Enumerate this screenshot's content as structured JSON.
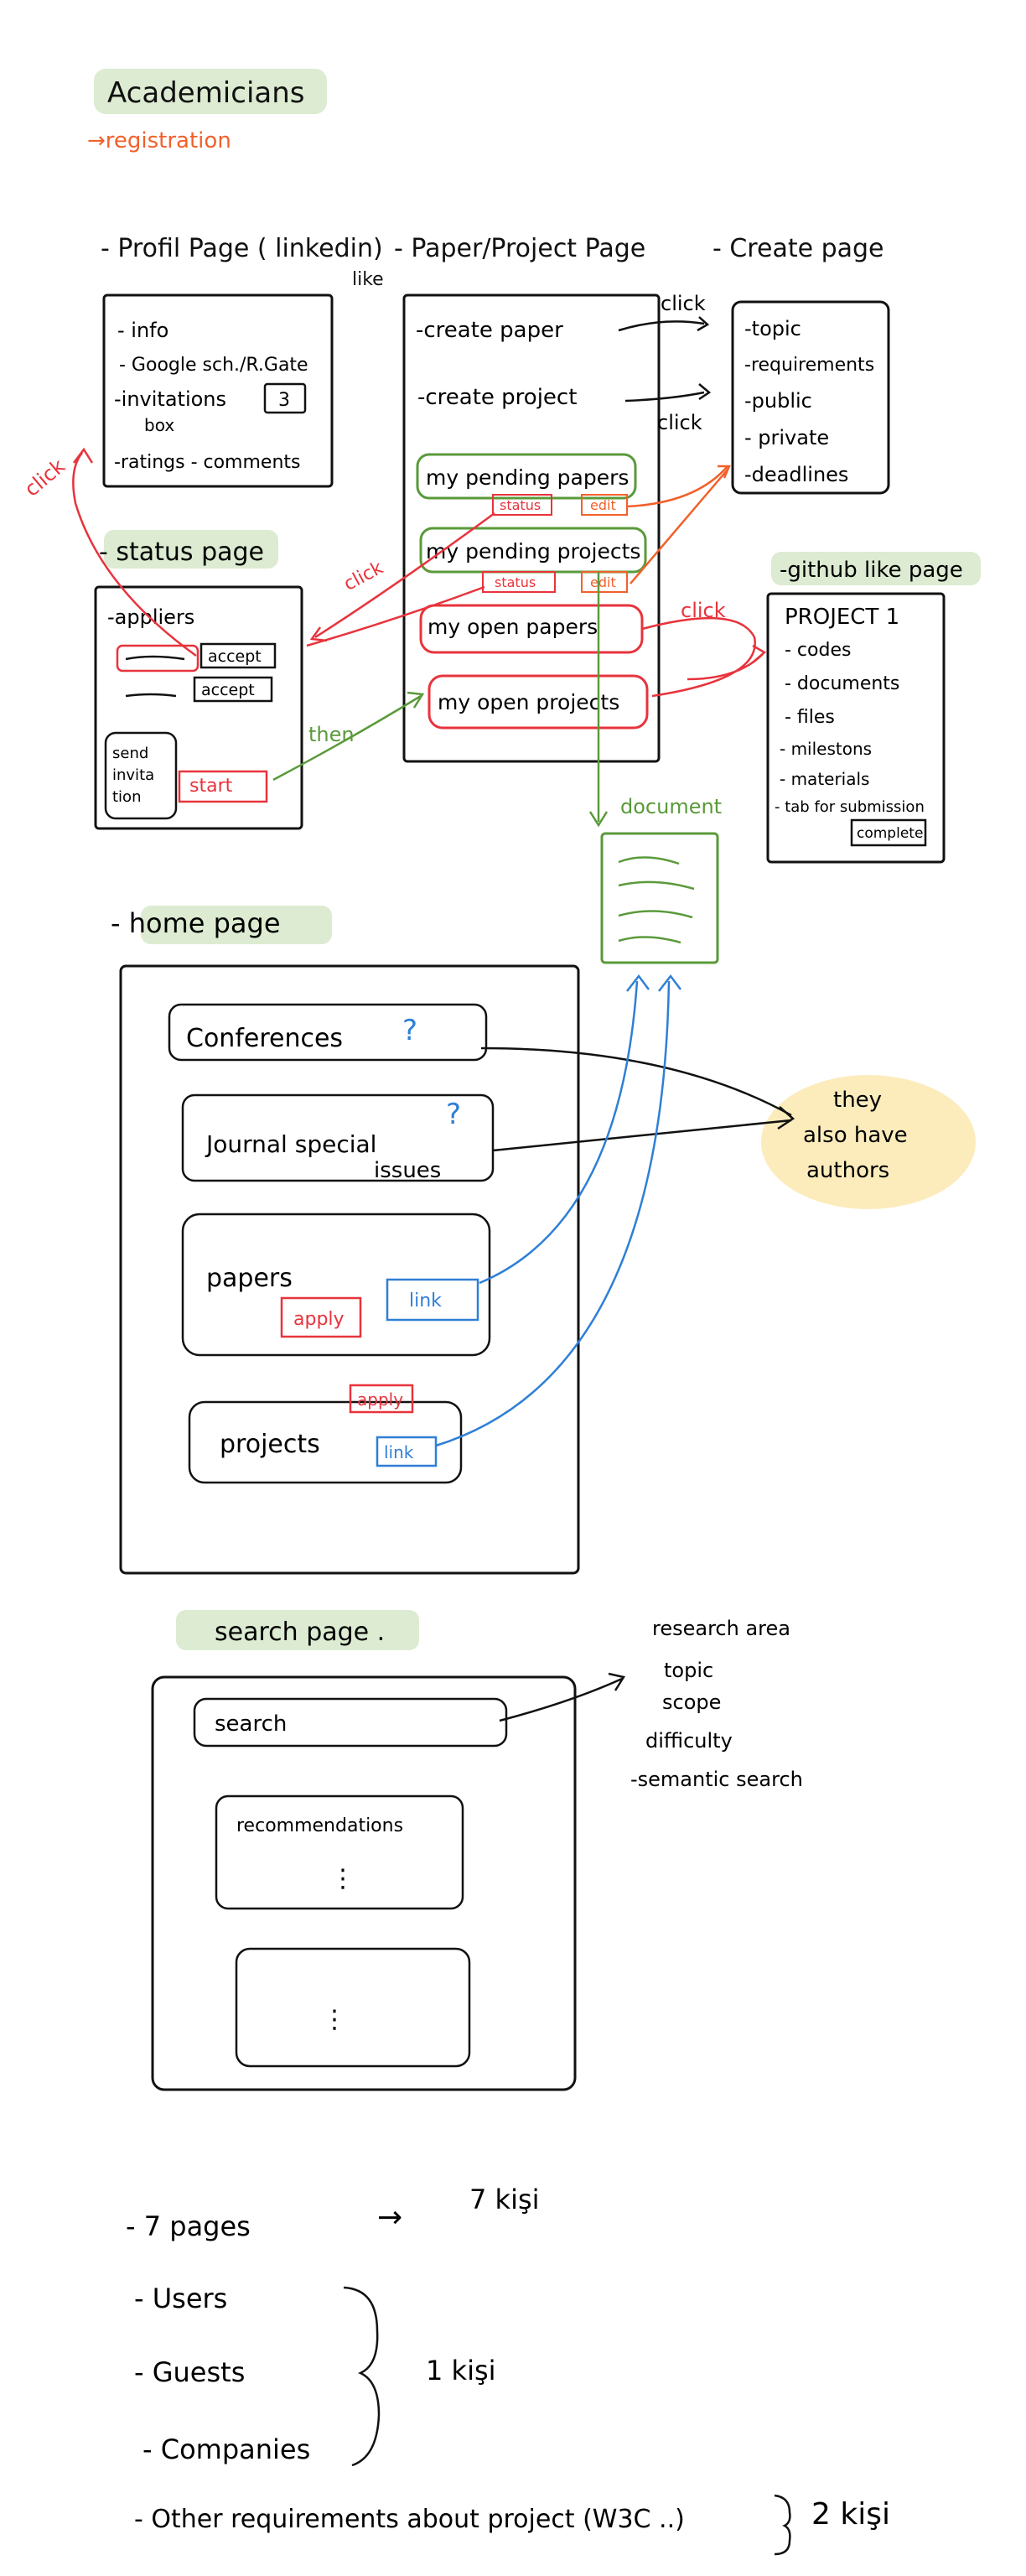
{
  "colors": {
    "ink": "#111111",
    "red": "#e8333c",
    "orange": "#f2602b",
    "green": "#5a9a3a",
    "blue": "#2f7fd6",
    "highlight_green": "#d6e7c9",
    "highlight_yellow": "#fbe6a6"
  },
  "header": {
    "title": "Academicians",
    "subtitle": "→registration"
  },
  "sections": {
    "profile": "- Profil Page ( linkedin)",
    "profile_like": "like",
    "paper_project": "- Paper/Project Page",
    "create": "- Create page",
    "status": "- status page",
    "github": "-github like page",
    "home": "- home page",
    "search": "search page ."
  },
  "profile_box": {
    "items": [
      "- info",
      "- Google sch./R.Gate",
      "-invitations",
      "box",
      "-ratings - comments"
    ],
    "badge": "3"
  },
  "paper_page": {
    "create_paper": "-create paper",
    "create_project": "-create project",
    "click_1": "click",
    "click_2": "click",
    "pending_papers": "my pending papers",
    "pending_projects": "my pending projects",
    "open_papers": "my open papers",
    "open_projects": "my open projects",
    "status_tag": "status",
    "edit_tag": "edit",
    "click_red": "click",
    "document": "document"
  },
  "create_box": {
    "items": [
      "-topic",
      "-requirements",
      "-public",
      "- private",
      "-deadlines"
    ]
  },
  "status_box": {
    "appliers": "-appliers",
    "accept_1": "accept",
    "accept_2": "accept",
    "send_invitation": [
      "send",
      "invita",
      "tion"
    ],
    "start": "start",
    "then": "then",
    "click_left": "click",
    "click_mid": "click"
  },
  "github_box": {
    "title": "PROJECT 1",
    "items": [
      "- codes",
      "- documents",
      "- files",
      "- milestons",
      "- materials",
      "- tab for submission"
    ],
    "complete": "complete"
  },
  "home_box": {
    "conferences": "Conferences",
    "journal": "Journal special",
    "journal_2": "issues",
    "question_1": "?",
    "question_2": "?",
    "papers": "papers",
    "projects": "projects",
    "apply_1": "apply",
    "apply_2": "apply",
    "link_1": "link",
    "link_2": "link",
    "note": [
      "they",
      "also have",
      "authors"
    ]
  },
  "search_box": {
    "search": "search",
    "recommendations": "recommendations",
    "dots": "⋮",
    "filters": [
      "research area",
      "topic",
      "scope",
      "difficulty",
      "-semantic search"
    ]
  },
  "notes": {
    "pages": "- 7 pages",
    "arrow": "→",
    "seven_people": "7 kişi",
    "users": "- Users",
    "guests": "- Guests",
    "companies": "- Companies",
    "one_person": "1 kişi",
    "other": "- Other requirements about project (W3C ..)",
    "two_people": "2 kişi"
  }
}
